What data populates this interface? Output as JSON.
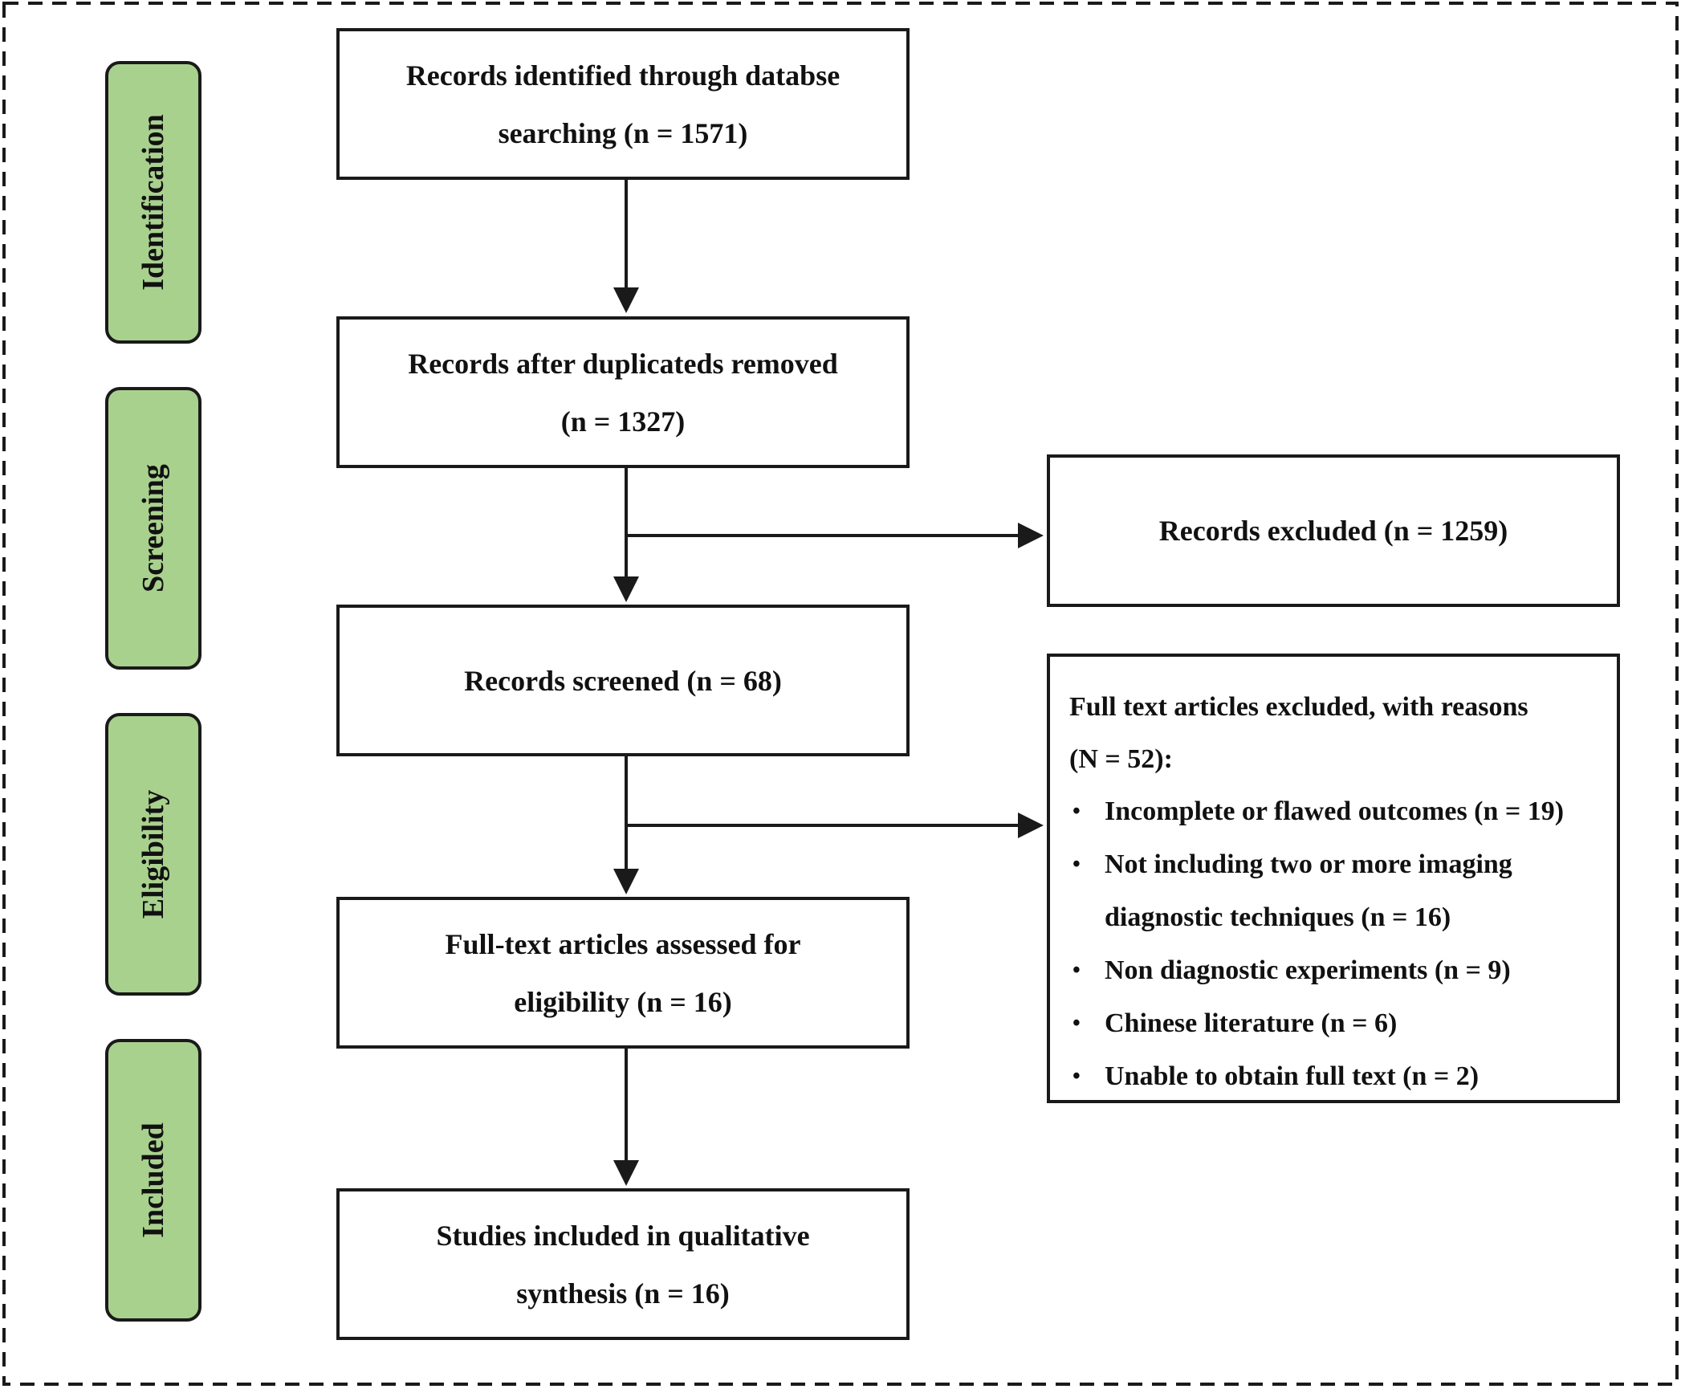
{
  "stages": [
    {
      "id": "identification",
      "label": "Identification"
    },
    {
      "id": "screening",
      "label": "Screening"
    },
    {
      "id": "eligibility",
      "label": "Eligibility"
    },
    {
      "id": "included",
      "label": "Included"
    }
  ],
  "flow": {
    "identified": {
      "lines": [
        "Records identified through databse",
        "searching (n = 1571)"
      ]
    },
    "after_duplicates": {
      "lines": [
        "Records after duplicateds removed",
        "(n = 1327)"
      ]
    },
    "screened": {
      "lines": [
        "Records screened (n = 68)"
      ]
    },
    "fulltext_assessed": {
      "lines": [
        "Full-text articles assessed for",
        "eligibility (n = 16)"
      ]
    },
    "included": {
      "lines": [
        "Studies included in qualitative",
        "synthesis (n = 16)"
      ]
    }
  },
  "records_excluded": {
    "text": "Records excluded (n = 1259)"
  },
  "fulltext_excluded": {
    "heading_lines": [
      "Full text articles excluded, with reasons",
      "(N = 52):"
    ],
    "bullet": "•",
    "reasons": [
      {
        "lines": [
          "Incomplete or flawed outcomes (n = 19)"
        ]
      },
      {
        "lines": [
          "Not including two or more imaging",
          "diagnostic techniques (n = 16)"
        ]
      },
      {
        "lines": [
          "Non diagnostic experiments (n = 9)"
        ]
      },
      {
        "lines": [
          "Chinese literature (n = 6)"
        ]
      },
      {
        "lines": [
          "Unable to obtain full text (n = 2)"
        ]
      }
    ]
  },
  "colors": {
    "stage_fill": "#a9d18e",
    "stroke": "#1a1a1a",
    "text": "#111111",
    "background": "#ffffff"
  }
}
